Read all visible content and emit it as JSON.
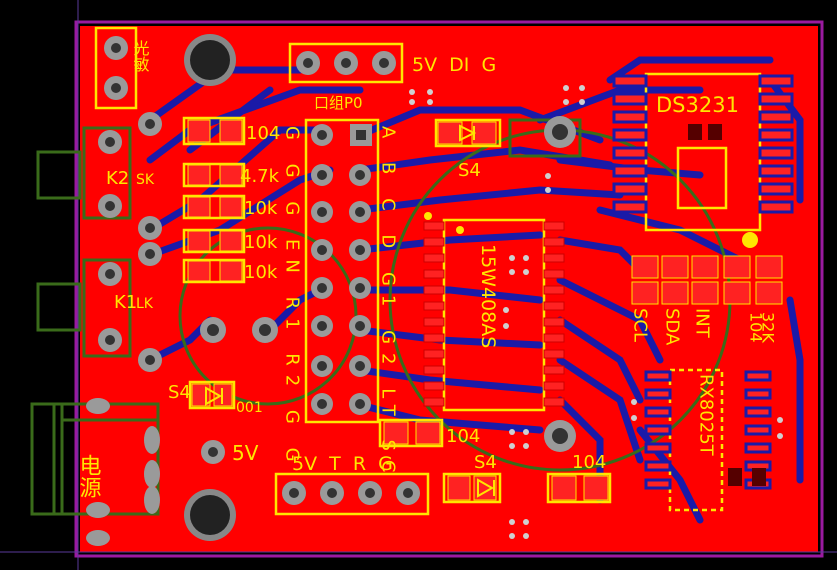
{
  "board": {
    "colors": {
      "background": "#000000",
      "copper_top": "#ff0000",
      "copper_bottom": "#1a1aa8",
      "silkscreen": "#ffe600",
      "outline": "#9a1aa0",
      "courtyard": "#3a6b1a",
      "pad": "#b0b0b0",
      "pad_hole": "#202020"
    }
  },
  "labels": {
    "photoresistor": "光敏",
    "header_5v_di_g": "5V  DI  G",
    "port_p0": "口组P0",
    "r1": "104",
    "r2": "4.7k",
    "r3": "10k",
    "r4": "10k",
    "r5": "10k",
    "k2": "K2",
    "k1": "K1",
    "col_left": "G G G EN R1 R2 G G",
    "col_right": "A B C D G1 G2 LT SC",
    "ds3231": "DS3231",
    "mcu": "15W408AS",
    "s4_top": "S4",
    "s4_left": "S4",
    "s4_bottom": "S4",
    "r_104_bottom_left": "104",
    "r_104_bottom_right": "104",
    "r_104_mid": "104",
    "scl": "SCL",
    "sda": "SDA",
    "int": "INT",
    "k32": "32K",
    "rx8025t": "RX8025T",
    "power": "电源",
    "v5": "5V",
    "header_5v_t_r_g": "5V  T  R  G",
    "label_001": "001",
    "label_sk": "SK",
    "label_lk": "LK"
  }
}
